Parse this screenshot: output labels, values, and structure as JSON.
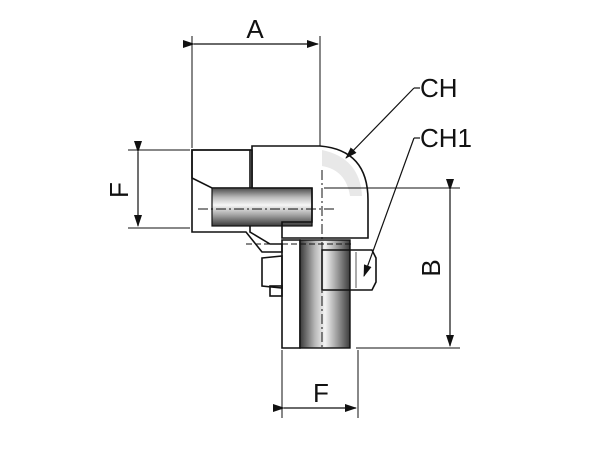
{
  "diagram": {
    "labels": {
      "a": "A",
      "b": "B",
      "f_left": "F",
      "f_bottom": "F",
      "ch": "CH",
      "ch1": "CH1"
    },
    "colors": {
      "steel_light": "#e9e9e9",
      "steel_mid": "#9a9a9a",
      "steel_dark": "#3c3c3c",
      "hatch": "#777777",
      "line": "#111111"
    }
  }
}
